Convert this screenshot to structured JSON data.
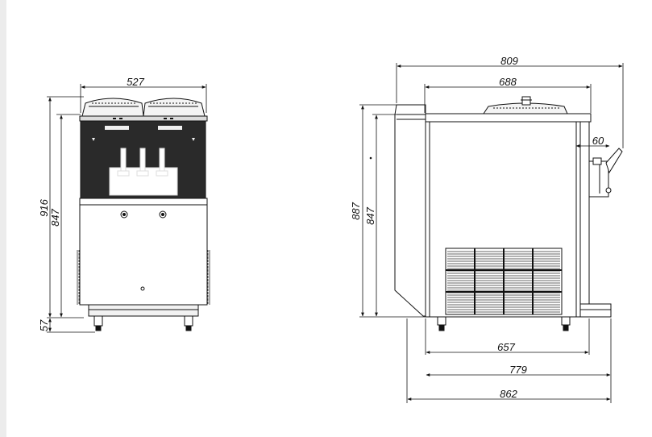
{
  "front_view": {
    "width_label": "527",
    "height_total_label": "916",
    "height_body_label": "847",
    "leg_height_label": "57"
  },
  "side_view": {
    "overall_width_top_label": "809",
    "top_width_label": "688",
    "handle_offset_label": "60",
    "height_total_label": "887",
    "height_body_label": "847",
    "base_width_1_label": "657",
    "base_width_2_label": "779",
    "base_width_3_label": "862"
  },
  "colors": {
    "line": "#111111",
    "panel_dark": "#2a2a2a",
    "background": "#ffffff",
    "margin": "#ececec"
  }
}
